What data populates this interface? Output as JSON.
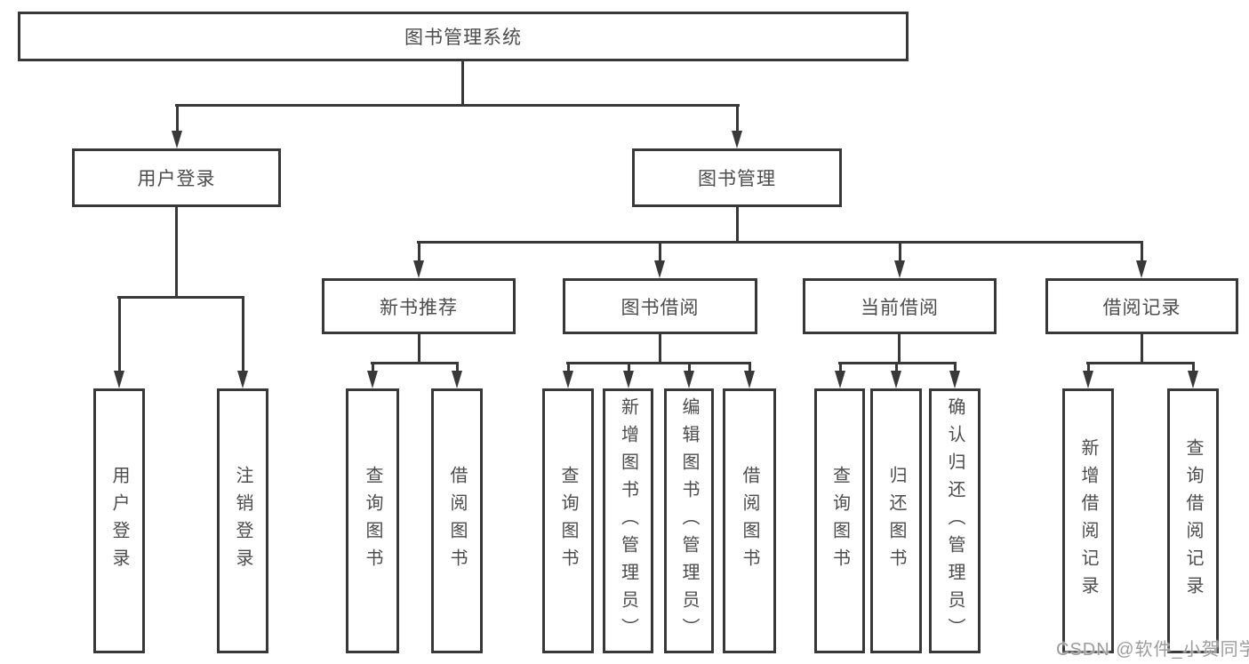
{
  "diagram": {
    "root": "图书管理系统",
    "branches": [
      {
        "label": "用户登录",
        "children": [
          "用户登录",
          "注销登录"
        ]
      },
      {
        "label": "图书管理",
        "sections": [
          {
            "label": "新书推荐",
            "children": [
              "查询图书",
              "借阅图书"
            ]
          },
          {
            "label": "图书借阅",
            "children": [
              "查询图书",
              "新增图书（管理员）",
              "编辑图书（管理员）",
              "借阅图书"
            ]
          },
          {
            "label": "当前借阅",
            "children": [
              "查询图书",
              "归还图书",
              "确认归还（管理员）"
            ]
          },
          {
            "label": "借阅记录",
            "children": [
              "新增借阅记录",
              "查询借阅记录"
            ]
          }
        ]
      }
    ]
  },
  "watermark": "CSDN @软件_小贺同学",
  "colors": {
    "line": "#383838",
    "text": "#4c4c4c",
    "background": "#ffffff",
    "watermark": "#9c9c9c"
  }
}
